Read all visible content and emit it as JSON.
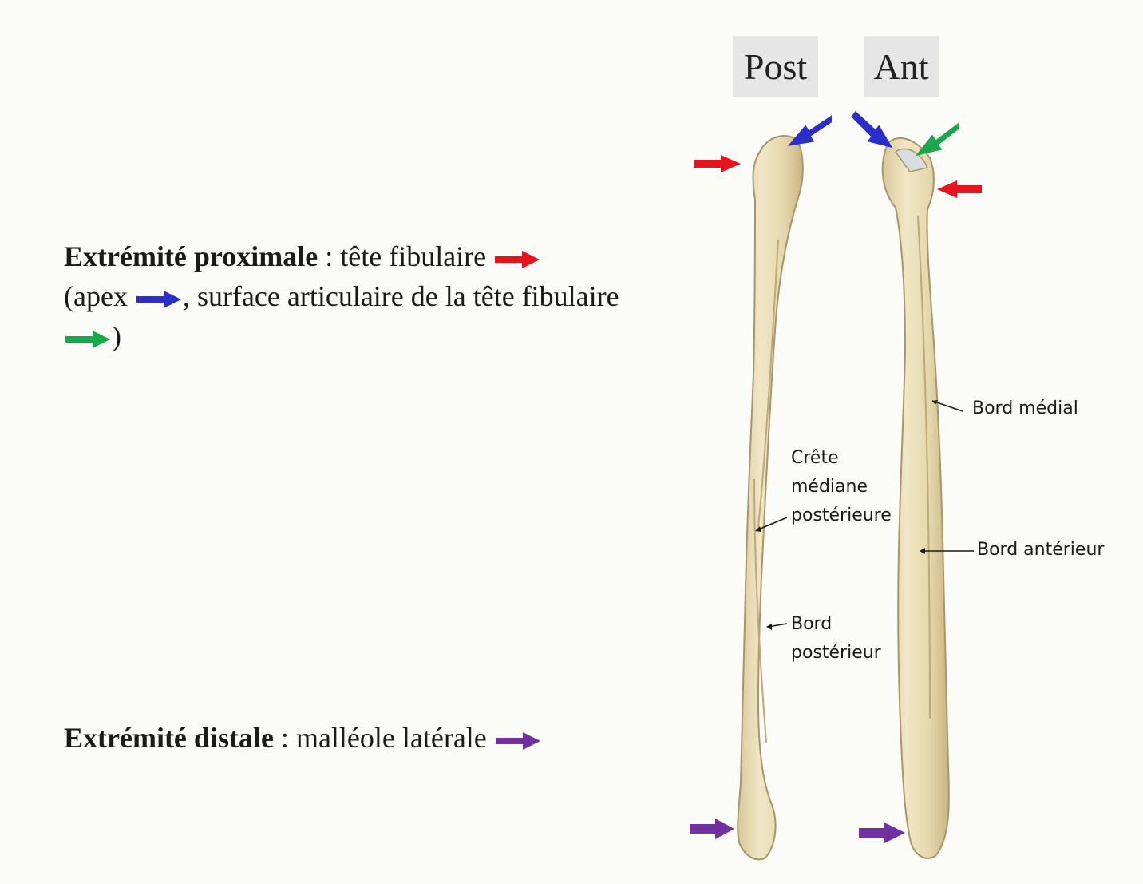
{
  "views": {
    "post": "Post",
    "ant": "Ant"
  },
  "proximal": {
    "title": "Extrémité proximale",
    "sep": " : ",
    "text1": "tête fibulaire",
    "text2": "(apex",
    "text3": ", surface articulaire de la tête fibulaire",
    "close": ")"
  },
  "distal": {
    "title": "Extrémité distale",
    "sep": " : ",
    "text1": "malléole latérale"
  },
  "annotations": {
    "crete_line1": "Crête",
    "crete_line2": "médiane",
    "crete_line3": "postérieure",
    "bord_post_line1": "Bord",
    "bord_post_line2": "postérieur",
    "bord_medial": "Bord médial",
    "bord_anterieur": "Bord antérieur"
  },
  "colors": {
    "red_arrow": "#e8141c",
    "blue_arrow": "#2b2fc8",
    "green_arrow": "#1aa64a",
    "purple_arrow": "#7030a0",
    "bone_fill": "#ebdfb8",
    "bone_shade": "#cdbb88",
    "bone_outline": "#a8956a"
  },
  "icons": {
    "red": "arrow-right-icon",
    "blue": "arrow-right-icon",
    "green": "arrow-right-icon",
    "purple": "arrow-right-icon"
  }
}
